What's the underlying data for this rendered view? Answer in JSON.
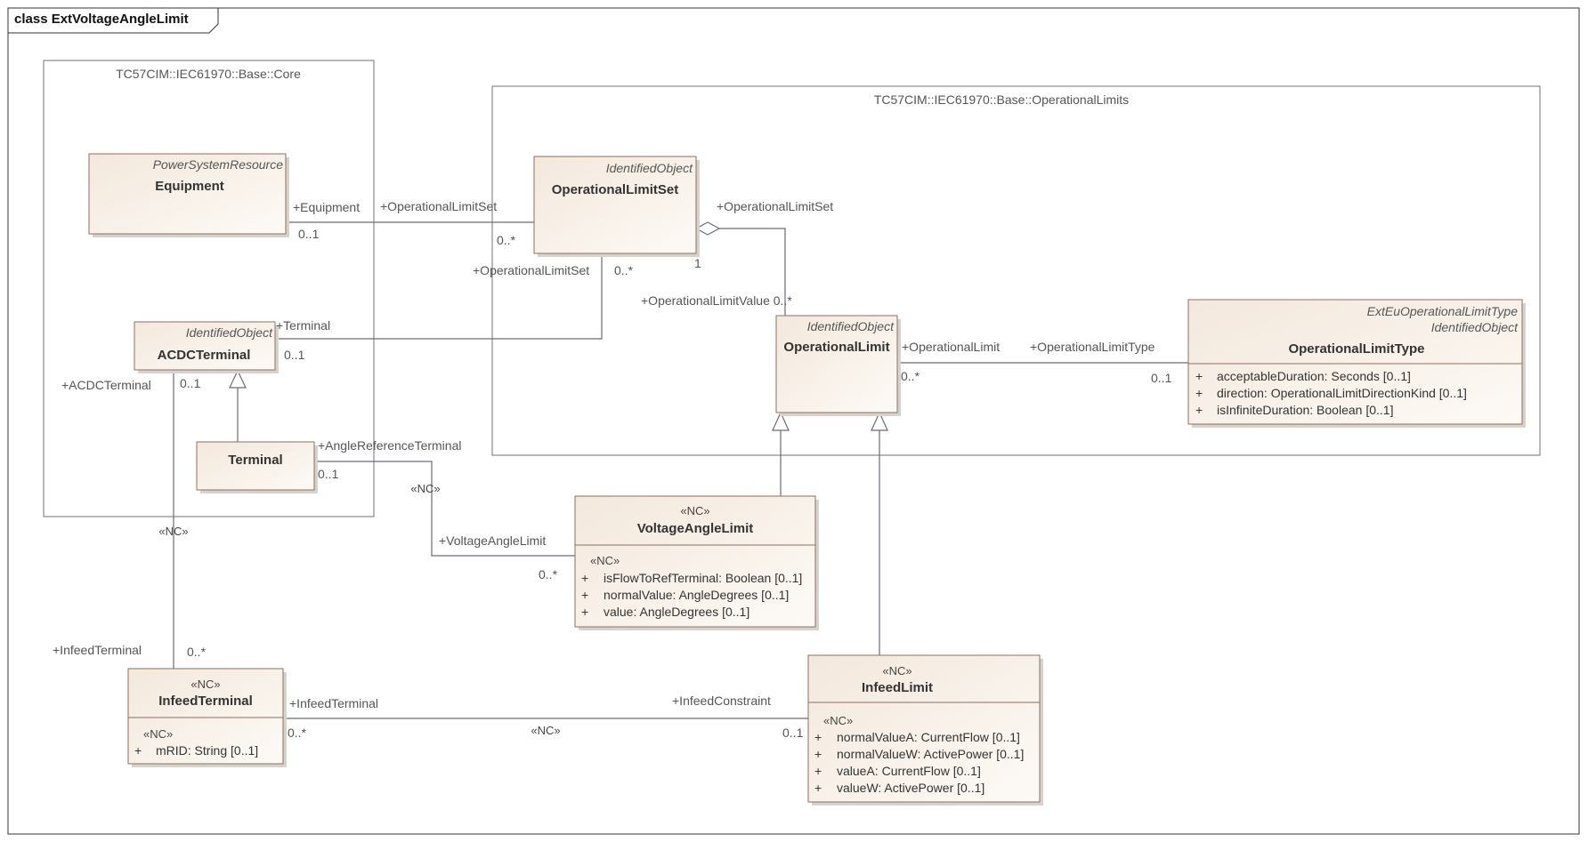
{
  "frame": {
    "title": "class ExtVoltageAngleLimit"
  },
  "packages": {
    "core": {
      "title": "TC57CIM::IEC61970::Base::Core"
    },
    "opLimits": {
      "title": "TC57CIM::IEC61970::Base::OperationalLimits"
    }
  },
  "classes": {
    "equipment": {
      "stereotype": "PowerSystemResource",
      "name": "Equipment"
    },
    "acdcTerminal": {
      "stereotype": "IdentifiedObject",
      "name": "ACDCTerminal"
    },
    "terminal": {
      "name": "Terminal"
    },
    "opLimitSet": {
      "stereotype": "IdentifiedObject",
      "name": "OperationalLimitSet"
    },
    "opLimit": {
      "stereotype": "IdentifiedObject",
      "name": "OperationalLimit"
    },
    "opLimitType": {
      "stereotype1": "ExtEuOperationalLimitType",
      "stereotype2": "IdentifiedObject",
      "name": "OperationalLimitType",
      "attributes": [
        "acceptableDuration: Seconds [0..1]",
        "direction: OperationalLimitDirectionKind [0..1]",
        "isInfiniteDuration: Boolean [0..1]"
      ]
    },
    "voltageAngleLimit": {
      "stereotype": "«NC»",
      "name": "VoltageAngleLimit",
      "attrStereotype": "«NC»",
      "attributes": [
        "isFlowToRefTerminal: Boolean [0..1]",
        "normalValue: AngleDegrees [0..1]",
        "value: AngleDegrees [0..1]"
      ]
    },
    "infeedTerminal": {
      "stereotype": "«NC»",
      "name": "InfeedTerminal",
      "attrStereotype": "«NC»",
      "attributes": [
        "mRID: String [0..1]"
      ]
    },
    "infeedLimit": {
      "stereotype": "«NC»",
      "name": "InfeedLimit",
      "attrStereotype": "«NC»",
      "attributes": [
        "normalValueA: CurrentFlow [0..1]",
        "normalValueW: ActivePower [0..1]",
        "valueA: CurrentFlow [0..1]",
        "valueW: ActivePower [0..1]"
      ]
    }
  },
  "attrMarker": "+",
  "labels": {
    "eqEquipment": "+Equipment",
    "eqMult": "0..1",
    "eqOpSet": "+OperationalLimitSet",
    "eqOpSetMult": "0..*",
    "termOpSet": "+OperationalLimitSet",
    "termOpSetMult": "0..*",
    "termTerminal": "+Terminal",
    "termMult": "0..1",
    "aggOpSet": "+OperationalLimitSet",
    "aggOne": "1",
    "aggOpValue": "+OperationalLimitValue 0..*",
    "olOpLimit": "+OperationalLimit",
    "olMult": "0..*",
    "oltType": "+OperationalLimitType",
    "oltMult": "0..1",
    "acdcRole": "+ACDCTerminal",
    "acdcMult": "0..1",
    "acdcNC": "«NC»",
    "infeedTermRole": "+InfeedTerminal",
    "infeedTermMult": "0..*",
    "angleRef": "+AngleReferenceTerminal",
    "angleRefMult": "0..1",
    "angleNC": "«NC»",
    "valRole": "+VoltageAngleLimit",
    "valMult": "0..*",
    "itRole": "+InfeedTerminal",
    "itMult": "0..*",
    "icRole": "+InfeedConstraint",
    "icMult": "0..1",
    "infeedNC": "«NC»"
  }
}
